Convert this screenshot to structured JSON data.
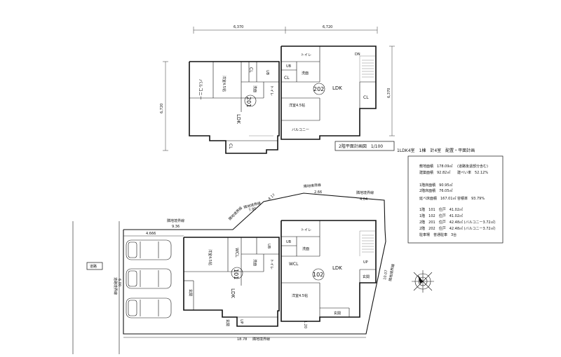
{
  "upper_plan": {
    "caption": "2階平面計画図　1/100",
    "dim_top_left": "6,370",
    "dim_top_right": "6,720",
    "dim_right": "6,370",
    "dim_left": "6,720",
    "unit_201": {
      "number": "201",
      "balcony": "バルコニー",
      "bedroom": "洋室4.5帖",
      "cl1": "CL",
      "ub": "UB",
      "wash": "洗面",
      "toilet": "トイレ",
      "ldk": "LDK",
      "cl2": "CL"
    },
    "unit_202": {
      "number": "202",
      "toilet": "トイレ",
      "ub": "UB",
      "cl1": "CL",
      "wash": "洗面",
      "ldk": "LDK",
      "bedroom": "洋室4.5帖",
      "cl2": "CL",
      "balcony": "バルコニー",
      "dn": "DN"
    }
  },
  "summary": {
    "title": "1LDK4室　1棟　計4室　配置・平面計画",
    "site_area": "敷地面積　178.09㎡",
    "site_note": "(道路後退部分含む)",
    "building_area": "建築面積　92.82㎡",
    "coverage": "建ぺい率　52.12%",
    "floor1": "1階床面積　90.95㎡",
    "floor2": "2階床面積　76.05㎡",
    "total_floor": "延べ床面積　167.01㎡",
    "far": "容積率　93.79%",
    "units": [
      "1階　101　住戸　41.02㎡",
      "1階　102　住戸　41.02㎡",
      "2階　201　住戸　42.48㎡ (バルコニー3.72㎡)",
      "2階　202　住戸　42.48㎡ (バルコニー3.72㎡)"
    ],
    "parking": "駐車場　普通駐車　3台"
  },
  "site_plan": {
    "road": "道路",
    "road_boundary": "道路境界線",
    "road_width": "6.00",
    "boundary": "隣地境界線",
    "len_top1": "9.36",
    "len_top2": "7.80",
    "len_top3": "2.66",
    "len_top4": "4.04",
    "len_left_short": "4.17",
    "len_right": "10.07",
    "len_bottom": "18.78",
    "offset_left": "4.666",
    "offset_bottom": "1.20",
    "unit_101": {
      "number": "101",
      "bedroom": "洋室4.5帖",
      "wcl": "WCL",
      "ub": "UB",
      "wash": "洗面",
      "toilet": "トイレ",
      "ldk": "LDK",
      "entry": "玄関",
      "entry2": "玄関",
      "up": "UP"
    },
    "unit_102": {
      "number": "102",
      "toilet": "トイレ",
      "ub": "UB",
      "wash": "洗面",
      "wcl": "WCL",
      "ldk": "LDK",
      "bedroom": "洋室4.5帖",
      "entry": "玄関",
      "entry_small": "玄関",
      "up": "UP"
    }
  }
}
